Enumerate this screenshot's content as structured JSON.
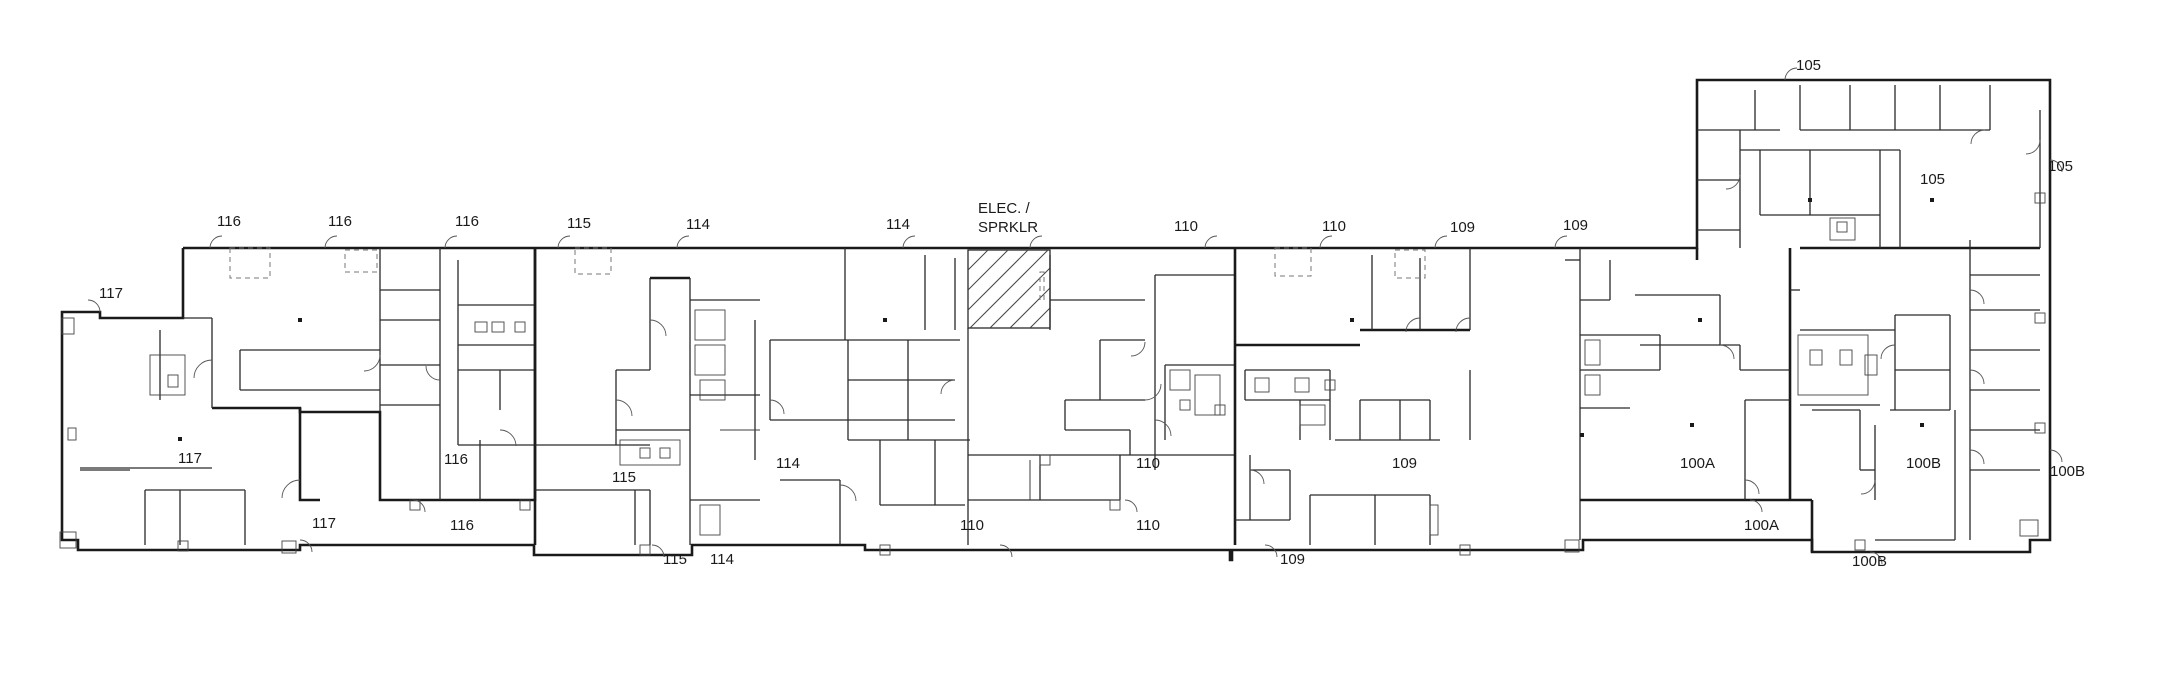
{
  "labels": {
    "s117_top": "117",
    "s116_top_a": "116",
    "s116_top_b": "116",
    "s116_top_c": "116",
    "s115_top": "115",
    "s114_top_a": "114",
    "s114_top_b": "114",
    "elec": "ELEC. /",
    "sprklr": "SPRKLR",
    "s110_top_a": "110",
    "s110_top_b": "110",
    "s109_top_a": "109",
    "s109_top_b": "109",
    "s105_top": "105",
    "s105_right": "105",
    "s105_inside": "105",
    "s117_inside": "117",
    "s117_bottom": "117",
    "s116_inside": "116",
    "s116_bottom": "116",
    "s115_inside": "115",
    "s115_bottom": "115",
    "s114_inside": "114",
    "s114_bottom": "114",
    "s110_inside": "110",
    "s110_bottom_a": "110",
    "s110_bottom_b": "110",
    "s109_inside": "109",
    "s109_bottom": "109",
    "s100a_inside": "100A",
    "s100a_bottom": "100A",
    "s100b_inside": "100B",
    "s100b_right": "100B",
    "s100b_bottom": "100B"
  }
}
